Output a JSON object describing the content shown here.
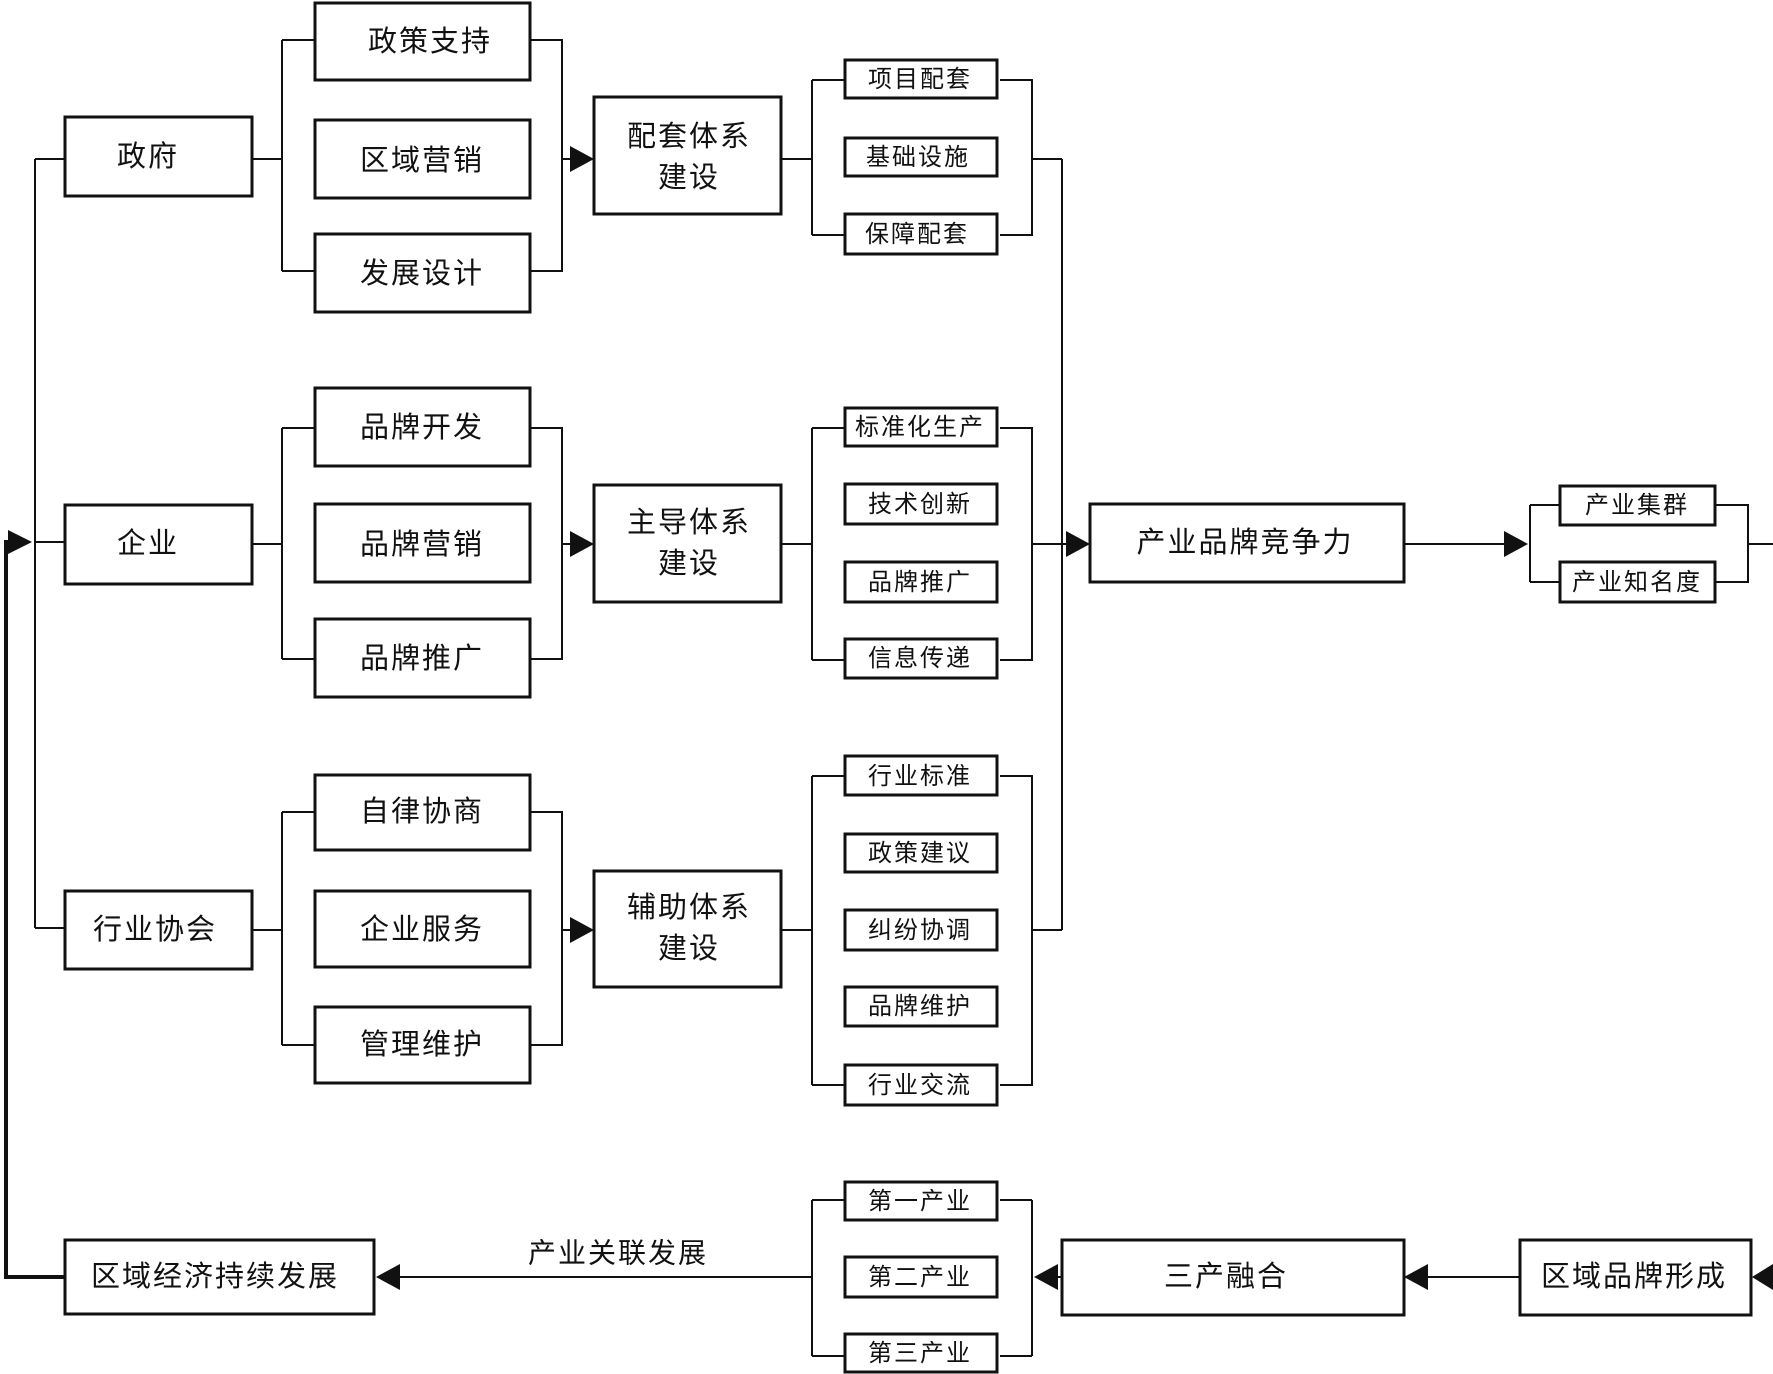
{
  "actors": {
    "government": "政府",
    "enterprise": "企业",
    "association": "行业协会"
  },
  "government_items": [
    "政策支持",
    "区域营销",
    "发展设计"
  ],
  "enterprise_items": [
    "品牌开发",
    "品牌营销",
    "品牌推广"
  ],
  "association_items": [
    "自律协商",
    "企业服务",
    "管理维护"
  ],
  "systems": {
    "support": [
      "配套体系",
      "建设"
    ],
    "leading": [
      "主导体系",
      "建设"
    ],
    "auxiliary": [
      "辅助体系",
      "建设"
    ]
  },
  "support_items": [
    "项目配套",
    "基础设施",
    "保障配套"
  ],
  "leading_items": [
    "标准化生产",
    "技术创新",
    "品牌推广",
    "信息传递"
  ],
  "auxiliary_items": [
    "行业标准",
    "政策建议",
    "纠纷协调",
    "品牌维护",
    "行业交流"
  ],
  "competitiveness": "产业品牌竞争力",
  "outcomes": [
    "产业集群",
    "产业知名度"
  ],
  "bottom": {
    "regional_brand": "区域品牌形成",
    "integration": "三产融合",
    "industries": [
      "第一产业",
      "第二产业",
      "第三产业"
    ],
    "link_label": "产业关联发展",
    "sustainable": "区域经济持续发展"
  }
}
